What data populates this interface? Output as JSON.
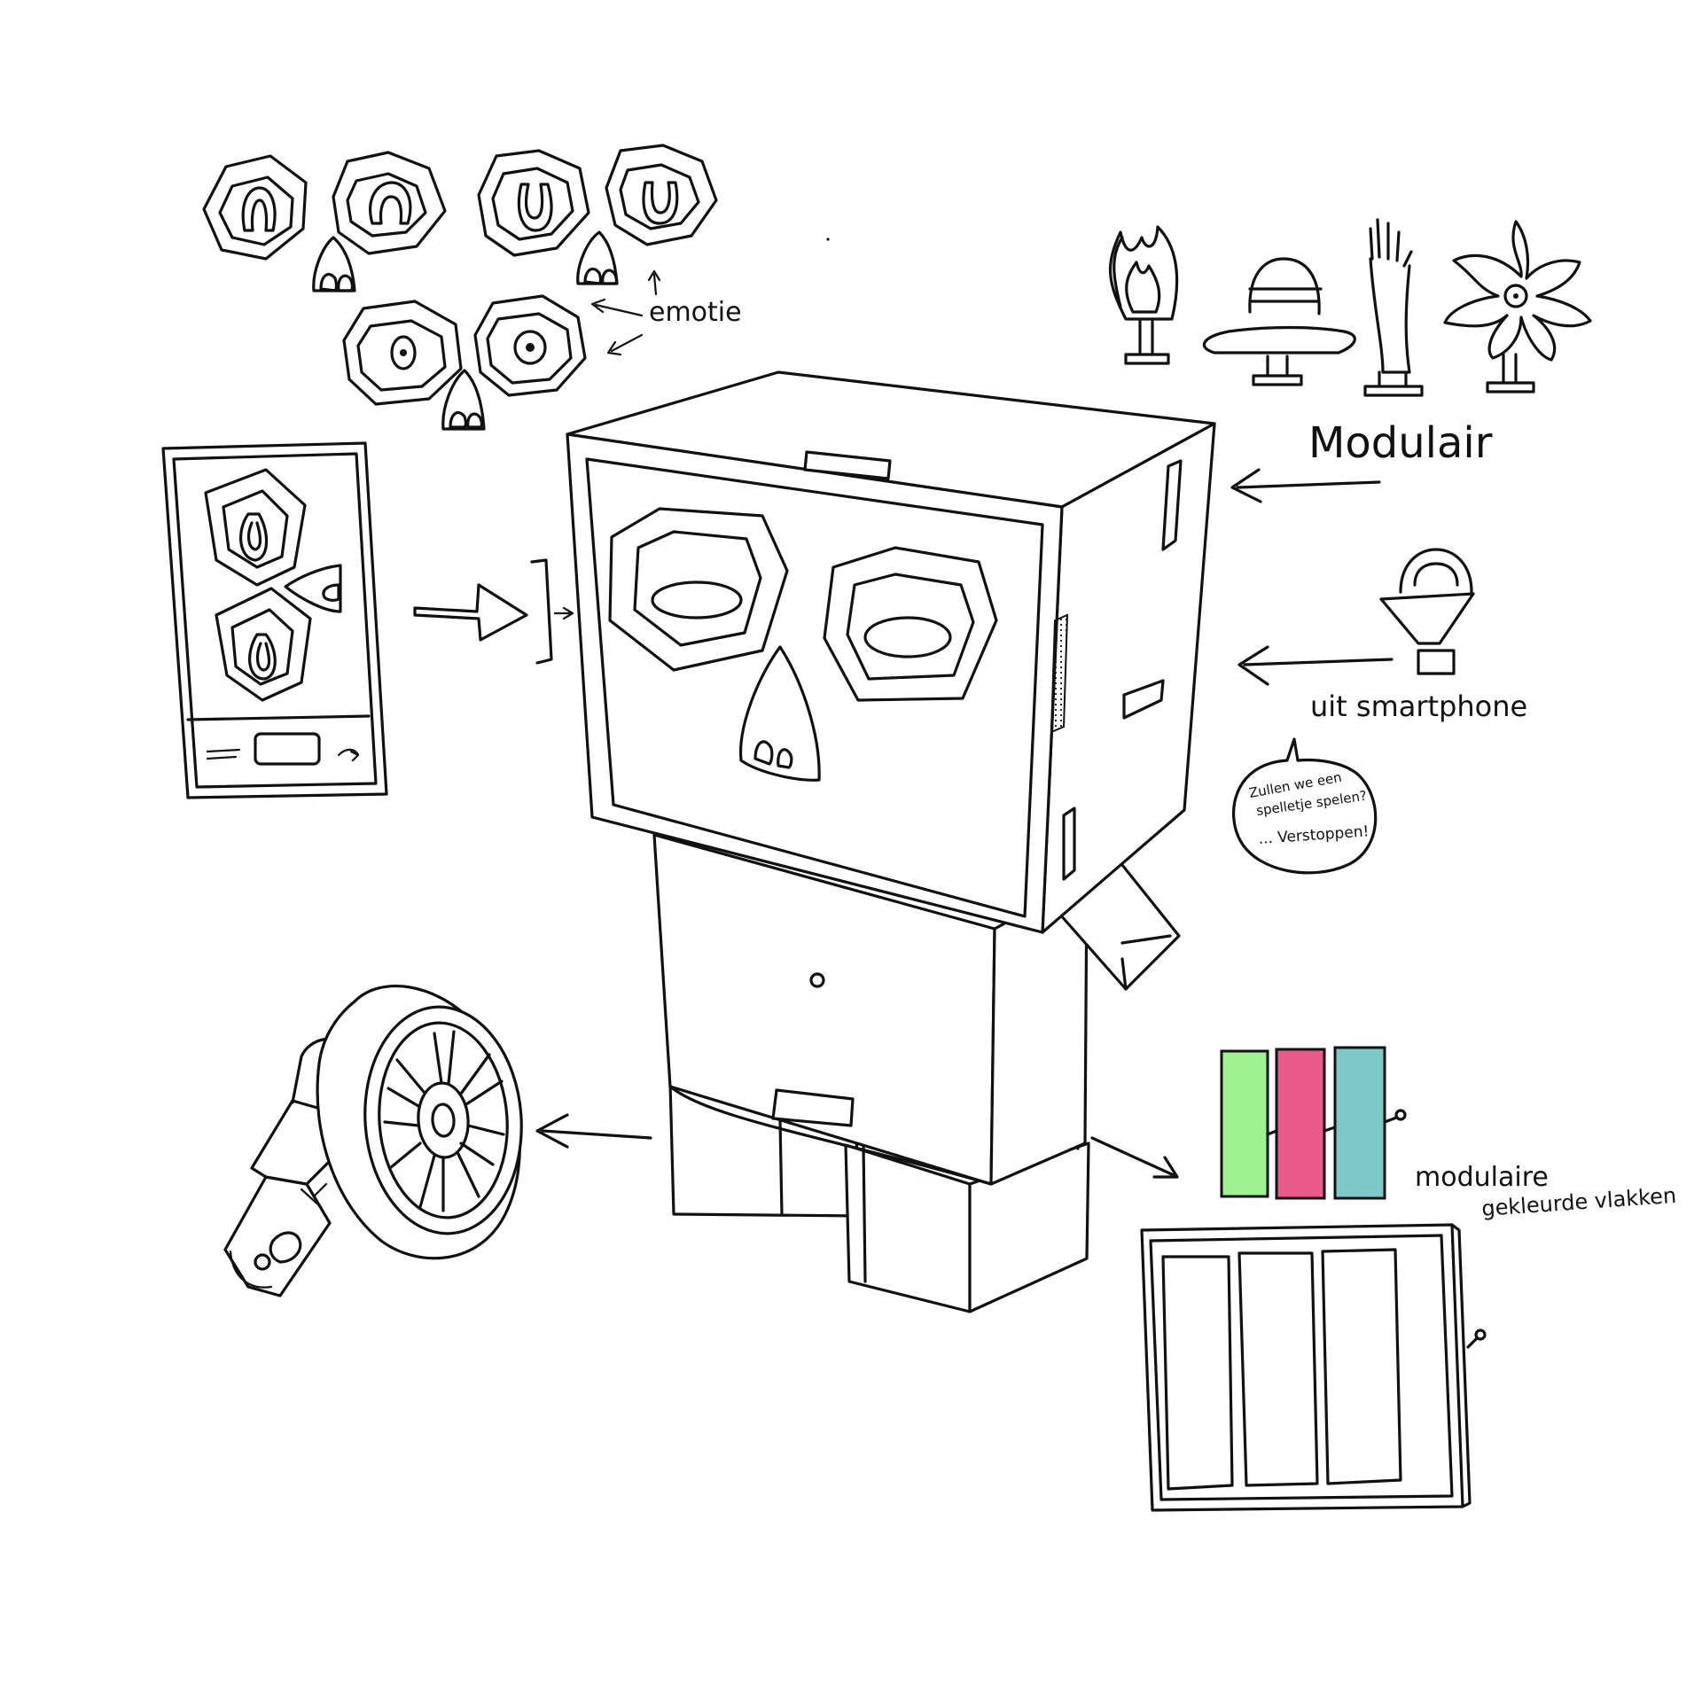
{
  "labels": {
    "emotion": "emotie",
    "modular": "Modulair",
    "from_smartphone": "uit smartphone",
    "modular_panels_line1": "modulaire",
    "modular_panels_line2": "gekleurde vlakken"
  },
  "speech_bubble": {
    "line1": "Zullen we een",
    "line2": "spelletje spelen?",
    "line3": "... Verstoppen!"
  },
  "colors": {
    "panel_green": "#a0f291",
    "panel_pink": "#e9598a",
    "panel_teal": "#7fc8c9",
    "ink": "#111111"
  },
  "accessories": [
    "flame-icon",
    "hat-icon",
    "hand-icon",
    "flower-icon"
  ]
}
